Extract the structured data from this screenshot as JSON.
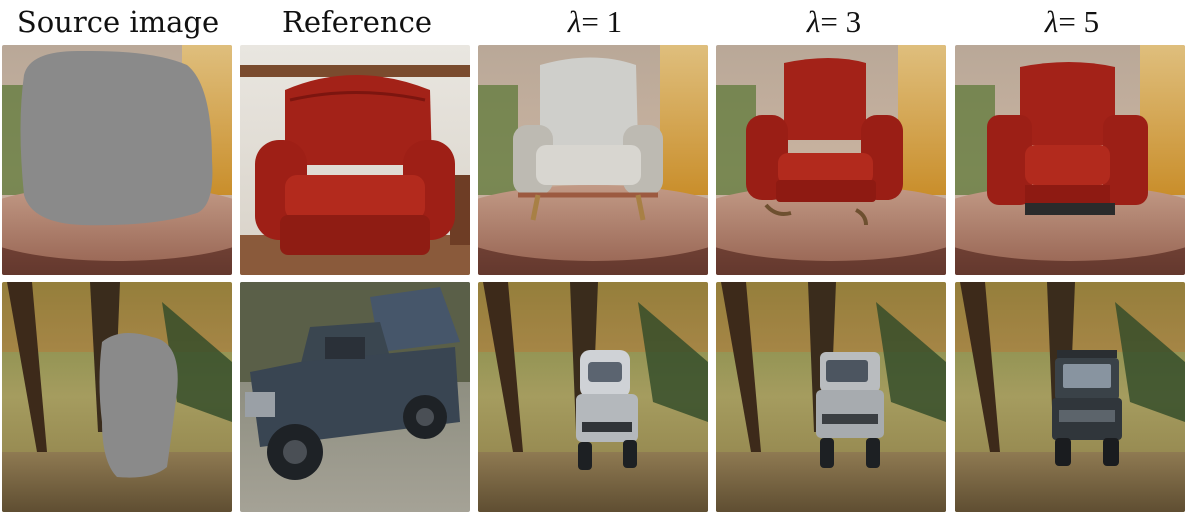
{
  "headers": {
    "source": "Source image",
    "reference": "Reference",
    "lambda1": {
      "symbol": "λ",
      "rest": " = 1"
    },
    "lambda3": {
      "symbol": "λ",
      "rest": " = 3"
    },
    "lambda5": {
      "symbol": "λ",
      "rest": " = 5"
    }
  },
  "colors": {
    "mask_gray": "#8a8a8a",
    "armchair_red": "#a81e16",
    "truck_dark": "#3a4650"
  }
}
